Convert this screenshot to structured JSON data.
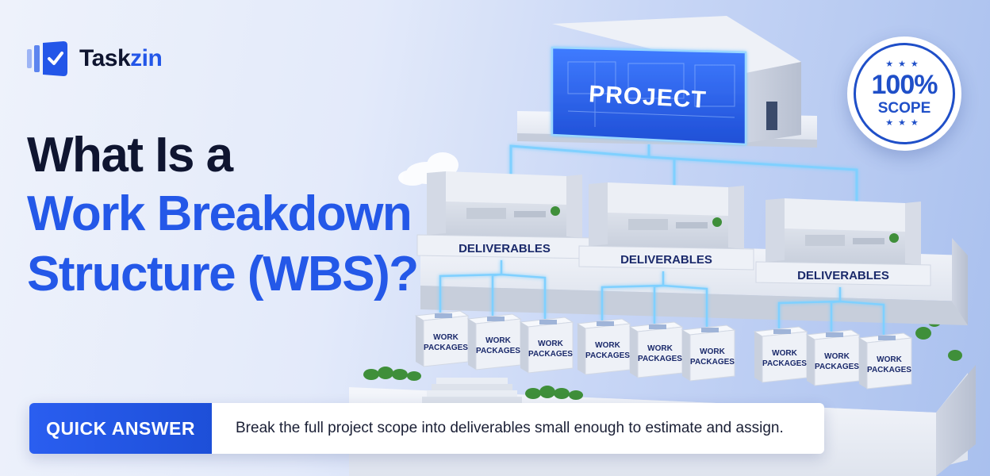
{
  "brand": {
    "name_part1": "Task",
    "name_part2": "zin",
    "accent_color": "#2356e8",
    "icon": "checkmark-icon"
  },
  "headline": {
    "line1": "What Is a",
    "line2": "Work Breakdown",
    "line3": "Structure (WBS)?"
  },
  "diagram": {
    "project_label": "PROJECT",
    "deliverables": [
      {
        "label": "DELIVERABLES",
        "work_packages": [
          {
            "line1": "WORK",
            "line2": "PACKAGES"
          },
          {
            "line1": "WORK",
            "line2": "PACKAGES"
          },
          {
            "line1": "WORK",
            "line2": "PACKAGES"
          }
        ]
      },
      {
        "label": "DELIVERABLES",
        "work_packages": [
          {
            "line1": "WORK",
            "line2": "PACKAGES"
          },
          {
            "line1": "WORK",
            "line2": "PACKAGES"
          },
          {
            "line1": "WORK",
            "line2": "PACKAGES"
          }
        ]
      },
      {
        "label": "DELIVERABLES",
        "work_packages": [
          {
            "line1": "WORK",
            "line2": "PACKAGES"
          },
          {
            "line1": "WORK",
            "line2": "PACKAGES"
          },
          {
            "line1": "WORK",
            "line2": "PACKAGES"
          }
        ]
      }
    ],
    "connector_color": "#7fd0ff"
  },
  "seal": {
    "stars": "★★★",
    "value": "100%",
    "label": "SCOPE"
  },
  "quick_answer": {
    "tag": "QUICK ANSWER",
    "text": "Break the full project scope into deliverables small enough to estimate and assign."
  }
}
